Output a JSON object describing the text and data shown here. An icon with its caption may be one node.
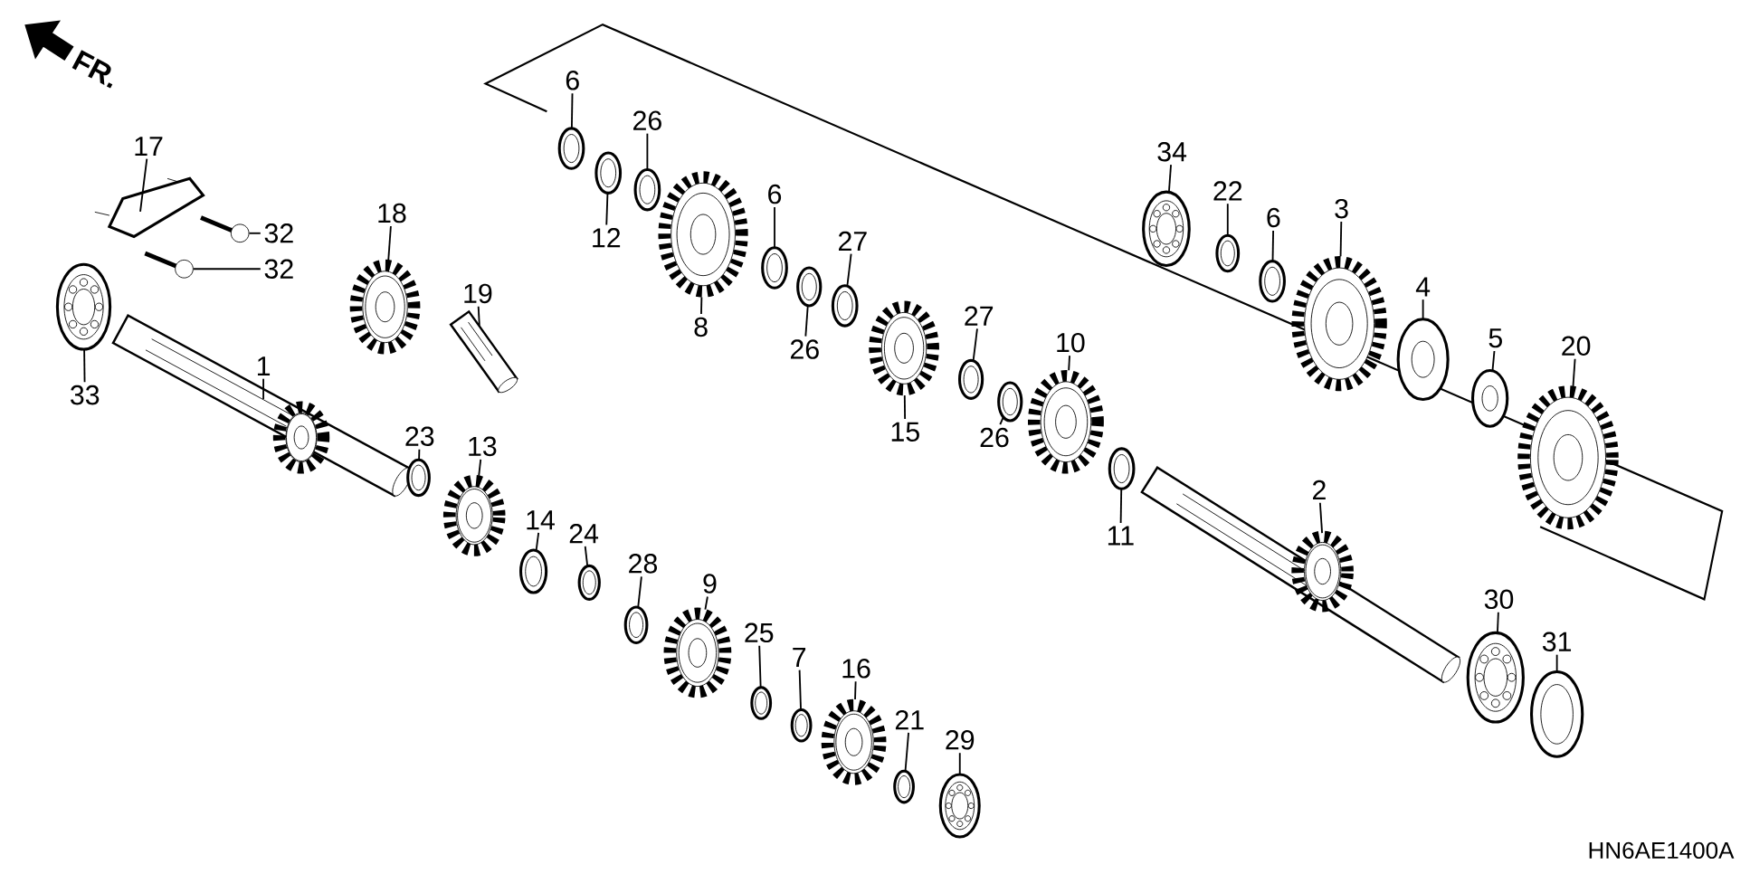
{
  "diagram": {
    "nodes": [
      {
        "text": [
          "6"
        ]
      },
      {
        "text": [
          "26"
        ]
      },
      {
        "text": [
          "12"
        ]
      },
      {
        "text": [
          "8"
        ]
      },
      {
        "text": [
          "6"
        ]
      },
      {
        "text": [
          "27"
        ]
      },
      {
        "text": [
          "26"
        ]
      },
      {
        "text": [
          "15"
        ]
      },
      {
        "text": [
          "27"
        ]
      },
      {
        "text": [
          "10"
        ]
      },
      {
        "text": [
          "26"
        ]
      },
      {
        "text": [
          "11"
        ]
      },
      {
        "text": [
          "34"
        ]
      },
      {
        "text": [
          "22"
        ]
      },
      {
        "text": [
          "6"
        ]
      },
      {
        "text": [
          "3"
        ]
      },
      {
        "text": [
          "4"
        ]
      },
      {
        "text": [
          "5"
        ]
      },
      {
        "text": [
          "20"
        ]
      },
      {
        "text": [
          "2"
        ]
      },
      {
        "text": [
          "30"
        ]
      },
      {
        "text": [
          "31"
        ]
      },
      {
        "text": [
          "17"
        ]
      },
      {
        "text": [
          "32"
        ]
      },
      {
        "text": [
          "32"
        ]
      },
      {
        "text": [
          "18"
        ]
      },
      {
        "text": [
          "19"
        ]
      },
      {
        "text": [
          "1"
        ]
      },
      {
        "text": [
          "33"
        ]
      },
      {
        "text": [
          "23"
        ]
      },
      {
        "text": [
          "13"
        ]
      },
      {
        "text": [
          "14"
        ]
      },
      {
        "text": [
          "24"
        ]
      },
      {
        "text": [
          "28"
        ]
      },
      {
        "text": [
          "9"
        ]
      },
      {
        "text": [
          "25"
        ]
      },
      {
        "text": [
          "7"
        ]
      },
      {
        "text": [
          "16"
        ]
      },
      {
        "text": [
          "21"
        ]
      },
      {
        "text": [
          "29"
        ]
      },
      {
        "text": [],
        "shape": "bracket"
      },
      {
        "text": [],
        "shape": "bolt"
      },
      {
        "text": [],
        "shape": "bolt"
      },
      {
        "text": [],
        "shape": "bearing"
      },
      {
        "text": [],
        "shape": "gear"
      },
      {
        "text": [],
        "shape": "shaft"
      },
      {
        "text": [],
        "shape": "pin"
      },
      {
        "text": [],
        "shape": "ring"
      },
      {
        "text": [],
        "shape": "gear"
      },
      {
        "text": [],
        "shape": "ring"
      },
      {
        "text": [],
        "shape": "ring"
      },
      {
        "text": [],
        "shape": "ring"
      },
      {
        "text": [],
        "shape": "gear"
      },
      {
        "text": [],
        "shape": "ring"
      },
      {
        "text": [],
        "shape": "ring"
      },
      {
        "text": [],
        "shape": "gear"
      },
      {
        "text": [],
        "shape": "ring"
      },
      {
        "text": [],
        "shape": "bearing"
      },
      {
        "text": [],
        "shape": "ring"
      },
      {
        "text": [],
        "shape": "ring"
      },
      {
        "text": [],
        "shape": "ring"
      },
      {
        "text": [],
        "shape": "gear"
      },
      {
        "text": [],
        "shape": "ring"
      },
      {
        "text": [],
        "shape": "ring"
      },
      {
        "text": [],
        "shape": "ring"
      },
      {
        "text": [],
        "shape": "gear"
      },
      {
        "text": [],
        "shape": "ring"
      },
      {
        "text": [],
        "shape": "ring"
      },
      {
        "text": [],
        "shape": "gear"
      },
      {
        "text": [],
        "shape": "ring"
      },
      {
        "text": [],
        "shape": "shaft"
      },
      {
        "text": [],
        "shape": "bearing"
      },
      {
        "text": [],
        "shape": "ring"
      },
      {
        "text": [],
        "shape": "ring"
      },
      {
        "text": [],
        "shape": "gear"
      },
      {
        "text": [],
        "shape": "collar"
      },
      {
        "text": [],
        "shape": "collar"
      },
      {
        "text": [],
        "shape": "gear"
      },
      {
        "text": [],
        "shape": "bearing"
      },
      {
        "text": [],
        "shape": "ring"
      }
    ],
    "edges": [
      {
        "from": 0,
        "to": 58,
        "arrow": "none"
      },
      {
        "from": 1,
        "to": 60,
        "arrow": "none"
      },
      {
        "from": 2,
        "to": 59,
        "arrow": "none"
      },
      {
        "from": 3,
        "to": 61,
        "arrow": "none"
      },
      {
        "from": 4,
        "to": 62,
        "arrow": "none"
      },
      {
        "from": 5,
        "to": 64,
        "arrow": "none"
      },
      {
        "from": 6,
        "to": 63,
        "arrow": "none"
      },
      {
        "from": 7,
        "to": 65,
        "arrow": "none"
      },
      {
        "from": 8,
        "to": 66,
        "arrow": "none"
      },
      {
        "from": 9,
        "to": 68,
        "arrow": "none"
      },
      {
        "from": 10,
        "to": 67,
        "arrow": "none"
      },
      {
        "from": 11,
        "to": 69,
        "arrow": "none"
      },
      {
        "from": 12,
        "to": 71,
        "arrow": "none"
      },
      {
        "from": 13,
        "to": 72,
        "arrow": "none"
      },
      {
        "from": 14,
        "to": 73,
        "arrow": "none"
      },
      {
        "from": 15,
        "to": 74,
        "arrow": "none"
      },
      {
        "from": 16,
        "to": 75,
        "arrow": "none"
      },
      {
        "from": 17,
        "to": 76,
        "arrow": "none"
      },
      {
        "from": 18,
        "to": 77,
        "arrow": "none"
      },
      {
        "from": 19,
        "to": 70,
        "arrow": "none"
      },
      {
        "from": 20,
        "to": 78,
        "arrow": "none"
      },
      {
        "from": 21,
        "to": 79,
        "arrow": "none"
      },
      {
        "from": 22,
        "to": 40,
        "arrow": "none"
      },
      {
        "from": 23,
        "to": 41,
        "arrow": "none"
      },
      {
        "from": 24,
        "to": 42,
        "arrow": "none"
      },
      {
        "from": 25,
        "to": 44,
        "arrow": "none"
      },
      {
        "from": 26,
        "to": 46,
        "arrow": "none"
      },
      {
        "from": 27,
        "to": 45,
        "arrow": "none"
      },
      {
        "from": 28,
        "to": 43,
        "arrow": "none"
      },
      {
        "from": 29,
        "to": 47,
        "arrow": "none"
      },
      {
        "from": 30,
        "to": 48,
        "arrow": "none"
      },
      {
        "from": 31,
        "to": 49,
        "arrow": "none"
      },
      {
        "from": 32,
        "to": 50,
        "arrow": "none"
      },
      {
        "from": 33,
        "to": 51,
        "arrow": "none"
      },
      {
        "from": 34,
        "to": 52,
        "arrow": "none"
      },
      {
        "from": 35,
        "to": 53,
        "arrow": "none"
      },
      {
        "from": 36,
        "to": 54,
        "arrow": "none"
      },
      {
        "from": 37,
        "to": 55,
        "arrow": "none"
      },
      {
        "from": 38,
        "to": 56,
        "arrow": "none"
      },
      {
        "from": 39,
        "to": 57,
        "arrow": "none"
      }
    ],
    "labels": [
      "FR.",
      "HN6AE1400A"
    ]
  }
}
